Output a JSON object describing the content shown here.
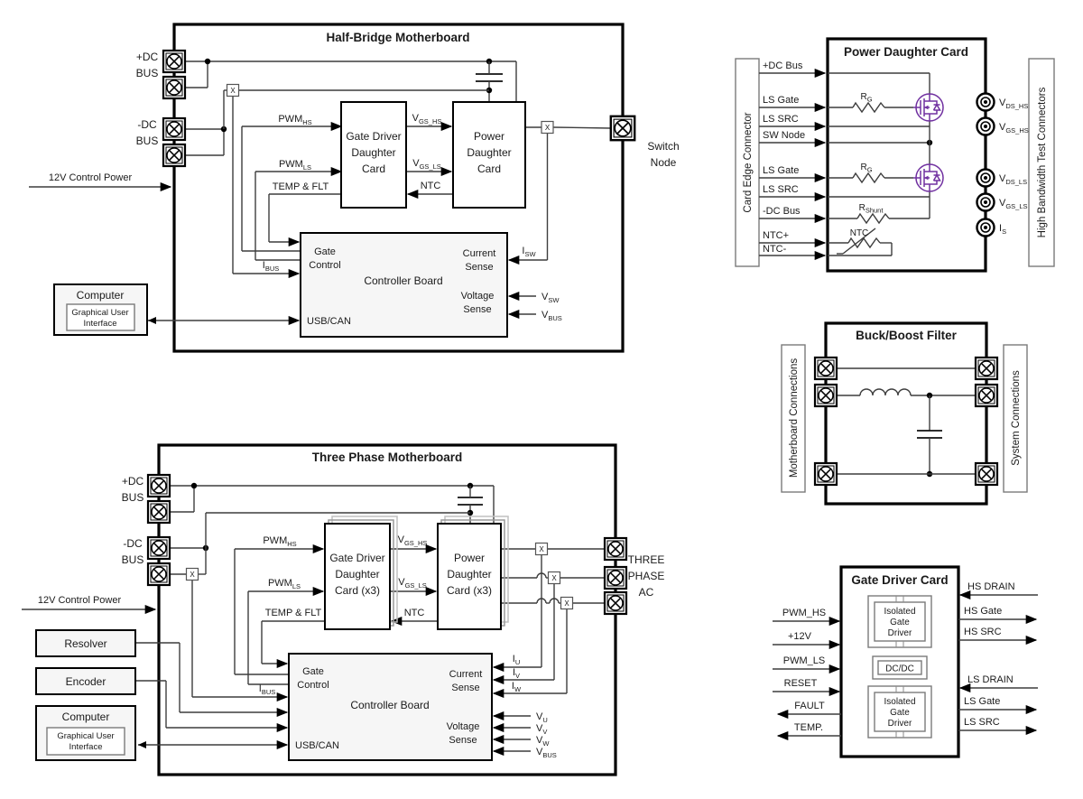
{
  "sig": {
    "x": "X",
    "pwm": "PWM",
    "hs": "HS",
    "ls": "LS",
    "v": "V",
    "i": "I",
    "r": "R",
    "u": "U",
    "w": "W",
    "s": "S",
    "g": "G",
    "bus": "BUS",
    "sw": "SW",
    "gs_hs": "GS_HS",
    "gs_ls": "GS_LS",
    "ds_hs": "DS_HS",
    "ds_ls": "DS_LS",
    "shunt": "Shunt",
    "ntc": "NTC",
    "temp_flt": "TEMP & FLT"
  },
  "half_bridge": {
    "title": "Half-Bridge Motherboard",
    "plus_dc": [
      "+DC",
      "BUS"
    ],
    "minus_dc": [
      "-DC",
      "BUS"
    ],
    "control_power": "12V Control Power",
    "computer": "Computer",
    "gui": [
      "Graphical User",
      "Interface"
    ],
    "gate_driver_card": [
      "Gate Driver",
      "Daughter",
      "Card"
    ],
    "power_card": [
      "Power",
      "Daughter",
      "Card"
    ],
    "controller": "Controller Board",
    "gate": "Gate",
    "control": "Control",
    "usb_can": "USB/CAN",
    "current": "Current",
    "voltage": "Voltage",
    "sense": "Sense",
    "switch_node": [
      "Switch",
      "Node"
    ]
  },
  "power_card_panel": {
    "title": "Power Daughter Card",
    "card_edge": "Card Edge Connector",
    "test_connectors": "High Bandwidth Test Connectors",
    "inputs": [
      "+DC Bus",
      "LS Gate",
      "LS SRC",
      "SW Node",
      "LS Gate",
      "LS SRC",
      "-DC Bus",
      "NTC+",
      "NTC-"
    ]
  },
  "buck_boost": {
    "title": "Buck/Boost Filter",
    "left": "Motherboard Connections",
    "right": "System Connections"
  },
  "gate_driver_panel": {
    "title": "Gate Driver Card",
    "isolated": [
      "Isolated",
      "Gate",
      "Driver"
    ],
    "dcdc": "DC/DC",
    "pwm_hs": "PWM_HS",
    "p12v": "+12V",
    "pwm_ls": "PWM_LS",
    "reset": "RESET",
    "fault": "FAULT",
    "temp": "TEMP.",
    "hs_drain": "HS DRAIN",
    "hs_gate": "HS Gate",
    "hs_src": "HS SRC",
    "ls_drain": "LS DRAIN",
    "ls_gate": "LS Gate",
    "ls_src": "LS SRC"
  },
  "three_phase": {
    "title": "Three Phase Motherboard",
    "plus_dc": [
      "+DC",
      "BUS"
    ],
    "minus_dc": [
      "-DC",
      "BUS"
    ],
    "control_power": "12V Control Power",
    "resolver": "Resolver",
    "encoder": "Encoder",
    "computer": "Computer",
    "gui": [
      "Graphical User",
      "Interface"
    ],
    "gate_driver_card": [
      "Gate Driver",
      "Daughter",
      "Card (x3)"
    ],
    "power_card": [
      "Power",
      "Daughter",
      "Card (x3)"
    ],
    "controller": "Controller Board",
    "gate": "Gate",
    "control": "Control",
    "usb_can": "USB/CAN",
    "current": "Current",
    "voltage": "Voltage",
    "sense": "Sense",
    "ac": [
      "THREE",
      "PHASE",
      "AC"
    ]
  },
  "colors": {
    "mosfet": "#7030A0",
    "wire": "#3d3d3d",
    "ink": "#000000",
    "panel_fill": "#f6f6f6"
  }
}
